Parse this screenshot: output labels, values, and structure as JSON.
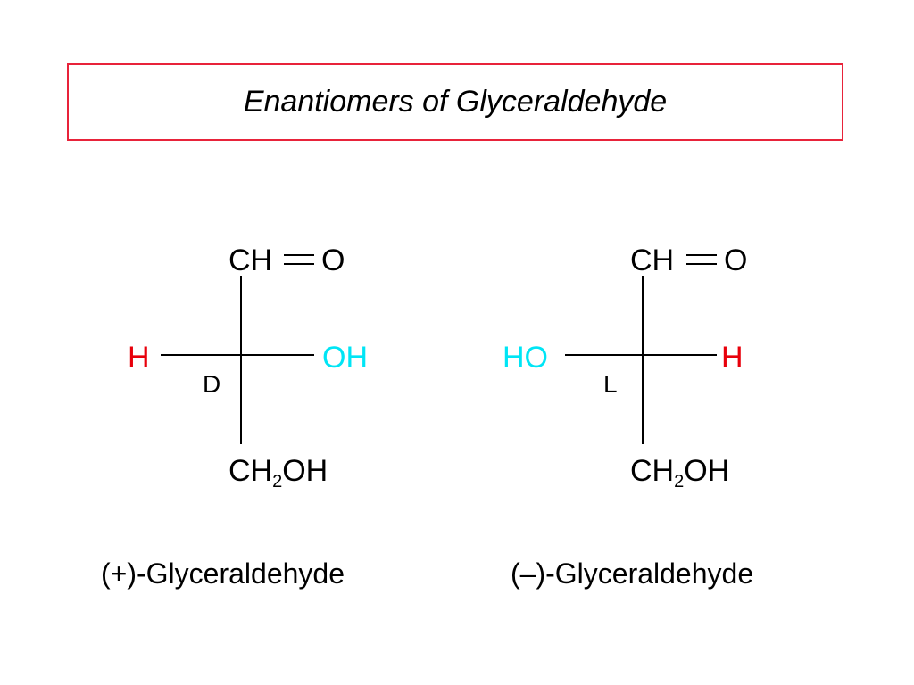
{
  "title": "Enantiomers of Glyceraldehyde",
  "colors": {
    "border": "#e8233a",
    "hydrogen": "#e8000b",
    "hydroxyl": "#00e5f5",
    "text": "#000000"
  },
  "left_molecule": {
    "top_ch": "CH",
    "top_o": "O",
    "left_group": "H",
    "right_group": "OH",
    "config_label": "D",
    "bottom_ch": "CH",
    "bottom_sub": "2",
    "bottom_oh": "OH",
    "caption": "(+)-Glyceraldehyde"
  },
  "right_molecule": {
    "top_ch": "CH",
    "top_o": "O",
    "left_group": "HO",
    "right_group": "H",
    "config_label": "L",
    "bottom_ch": "CH",
    "bottom_sub": "2",
    "bottom_oh": "OH",
    "caption": "(–)-Glyceraldehyde"
  }
}
